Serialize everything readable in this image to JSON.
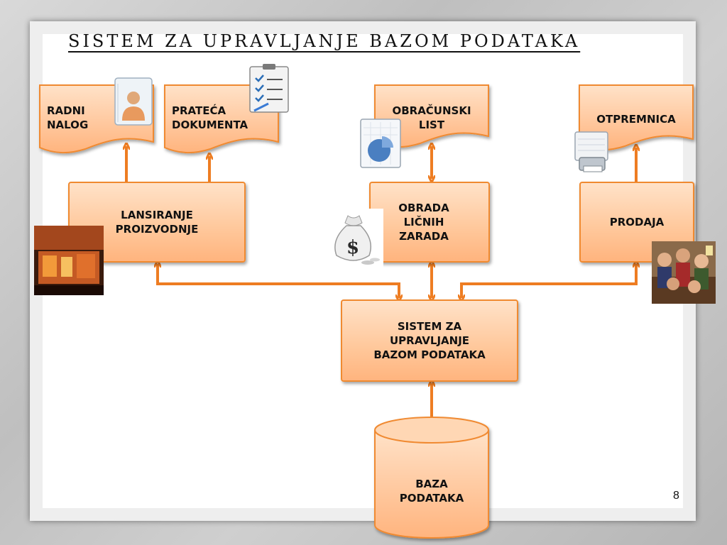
{
  "title": "SISTEM ZA UPRAVLJANJE BAZOM PODATAKA",
  "page_number": "8",
  "documents": {
    "radni_nalog": [
      "RADNI",
      "NALOG"
    ],
    "prateca_dokumenta": [
      "PRATEĆA",
      "DOKUMENTA"
    ],
    "obracunski_list": [
      "OBRAČUNSKI",
      "LIST"
    ],
    "otpremnica": "OTPREMNICA"
  },
  "processes": {
    "lansiranje": [
      "LANSIRANJE",
      "PROIZVODNJE"
    ],
    "obrada": [
      "OBRADA",
      "LIČNIH",
      "ZARADA"
    ],
    "prodaja": "PRODAJA"
  },
  "dbms": [
    "SISTEM ZA",
    "UPRAVLJANJE",
    "BAZOM PODATAKA"
  ],
  "database": [
    "BAZA",
    "PODATAKA"
  ],
  "icons": [
    "contact-card-icon",
    "checklist-icon",
    "pie-chart-icon",
    "printer-icon",
    "money-bag-icon",
    "factory-photo",
    "crowd-photo"
  ],
  "colors": {
    "box_fill": "#ffc79a",
    "box_border": "#f08a30",
    "arrow": "#ee7d22"
  }
}
